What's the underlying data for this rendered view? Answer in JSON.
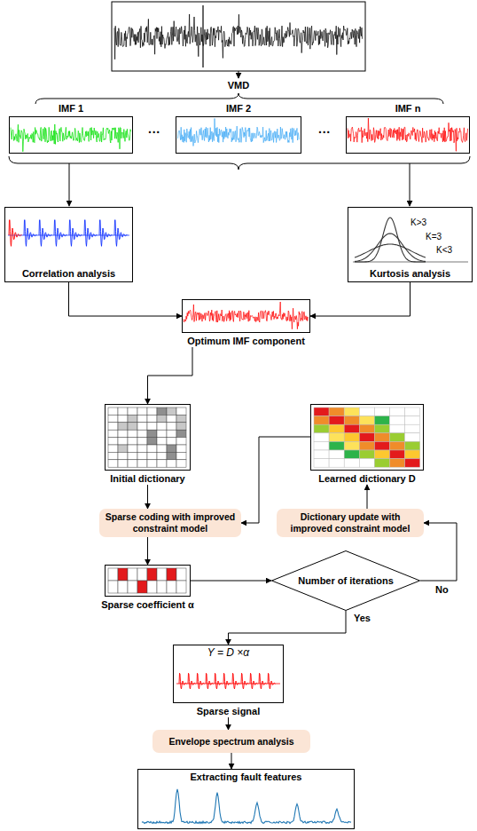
{
  "diagram": {
    "nodes": [
      {
        "text": [
          "IMF 1"
        ]
      },
      {
        "text": [
          "IMF 2"
        ]
      },
      {
        "text": [
          "IMF n"
        ]
      },
      {
        "text": [
          "Correlation analysis"
        ]
      },
      {
        "text": [
          "Kurtosis analysis"
        ]
      },
      {
        "text": [
          "Optimum IMF component"
        ]
      },
      {
        "text": [
          "Initial dictionary"
        ]
      },
      {
        "text": [
          "Learned dictionary D"
        ]
      },
      {
        "text": [
          "Sparse coding with improved constraint model"
        ]
      },
      {
        "text": [
          "Dictionary update with improved constraint model"
        ]
      },
      {
        "text": [
          "Sparse coefficient α"
        ]
      },
      {
        "text": [
          "Number of iterations"
        ]
      },
      {
        "text": [
          "Y = D ×α",
          "Sparse signal"
        ]
      },
      {
        "text": [
          "Envelope spectrum analysis"
        ]
      },
      {
        "text": [
          "Extracting fault features"
        ]
      }
    ],
    "edges": [
      {
        "from": 3,
        "to": 5,
        "arrow": "to"
      },
      {
        "from": 4,
        "to": 5,
        "arrow": "to"
      },
      {
        "from": 5,
        "to": 6,
        "arrow": "to"
      },
      {
        "from": 6,
        "to": 8,
        "arrow": "to"
      },
      {
        "from": 7,
        "to": 8,
        "arrow": "to"
      },
      {
        "from": 9,
        "to": 7,
        "arrow": "to"
      },
      {
        "from": 8,
        "to": 10,
        "arrow": "to"
      },
      {
        "from": 10,
        "to": 11,
        "arrow": "to"
      },
      {
        "from": 11,
        "to": 9,
        "label": "No",
        "arrow": "to"
      },
      {
        "from": 11,
        "to": 12,
        "label": "Yes",
        "arrow": "to"
      },
      {
        "from": 12,
        "to": 13,
        "arrow": "to"
      },
      {
        "from": 13,
        "to": 14,
        "arrow": "to"
      }
    ],
    "labels": [
      "VMD",
      "···",
      "···",
      "K>3",
      "K=3",
      "K<3"
    ]
  }
}
